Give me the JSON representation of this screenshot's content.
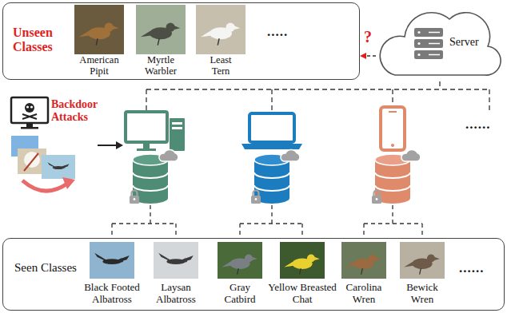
{
  "diagram": {
    "nodes": [
      {
        "text": [
          "Unseen Classes"
        ]
      },
      {
        "text": [
          "Server"
        ]
      },
      {
        "text": [
          "Seen Classes"
        ]
      }
    ],
    "edges": [
      {
        "from": 1,
        "to": 0,
        "arrow": "to",
        "label": "?"
      }
    ],
    "labels": [
      "American Pipit",
      "Myrtle Warbler",
      "Least Tern",
      ".....",
      "Backdoor Attacks",
      "......",
      "Black Footed Albatross",
      "Laysan Albatross",
      "Gray Catbird",
      "Yellow Breasted Chat",
      "Carolina Wren",
      "Bewick Wren",
      "......"
    ]
  }
}
